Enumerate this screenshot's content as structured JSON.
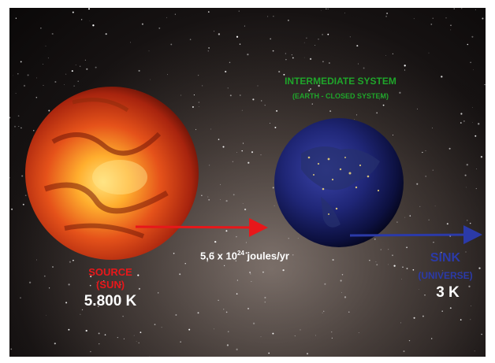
{
  "intermediate": {
    "title": "INTERMEDIATE SYSTEM",
    "subtitle": "(EARTH - CLOSED SYSTEM)"
  },
  "source": {
    "title": "SOURCE",
    "subtitle": "(SUN)",
    "temperature": "5.800 K"
  },
  "energy_flow": {
    "prefix": "5,6 x 10",
    "exponent": "24",
    "unit": " joules/yr"
  },
  "sink": {
    "title": "SINK",
    "subtitle": "(UNIVERSE)",
    "temperature": "3 K"
  },
  "colors": {
    "source": "#e8171a",
    "intermediate": "#1fa52a",
    "sink": "#2b3aa8",
    "flow_arrow_in": "#e8171a",
    "flow_arrow_out": "#2b3aa8"
  }
}
